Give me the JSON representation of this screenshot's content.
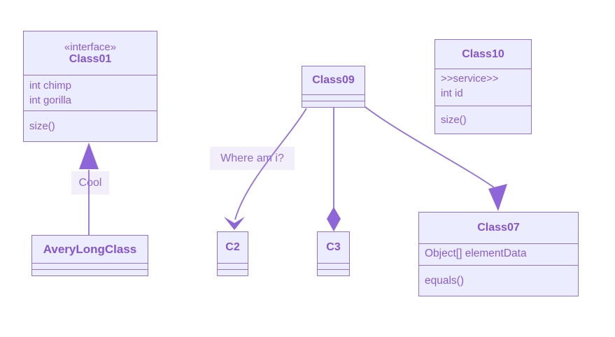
{
  "colors": {
    "background": "#ffffff",
    "node_fill": "#ececff",
    "node_border": "#9370db",
    "node_text": "#8a5ed2",
    "edge": "#9370db",
    "arrow_fill": "#8f65da",
    "label_bg": "#f2effb"
  },
  "nodes": {
    "class01": {
      "stereotype": "«interface»",
      "title": "Class01",
      "members": [
        "int chimp",
        "int gorilla"
      ],
      "methods": [
        "size()"
      ]
    },
    "averyLongClass": {
      "title": "AveryLongClass"
    },
    "class09": {
      "title": "Class09"
    },
    "c2": {
      "title": "C2"
    },
    "c3": {
      "title": "C3"
    },
    "class10": {
      "title": "Class10",
      "members": [
        ">>service>>",
        "int id"
      ],
      "methods": [
        "size()"
      ]
    },
    "class07": {
      "title": "Class07",
      "members": [
        "Object[] elementData"
      ],
      "methods": [
        "equals()"
      ]
    }
  },
  "edges": {
    "cool": {
      "label": "Cool",
      "from": "AveryLongClass",
      "to": "Class01",
      "marker": "filled-triangle-arrowhead"
    },
    "whereAmI": {
      "label": "Where am i?",
      "from": "Class09",
      "to": "C2",
      "marker": "open-vee-arrowhead"
    },
    "composition": {
      "from": "Class09",
      "to": "C3",
      "marker": "filled-diamond"
    },
    "toClass07": {
      "from": "Class09",
      "to": "Class07",
      "marker": "filled-triangle-arrowhead"
    }
  }
}
